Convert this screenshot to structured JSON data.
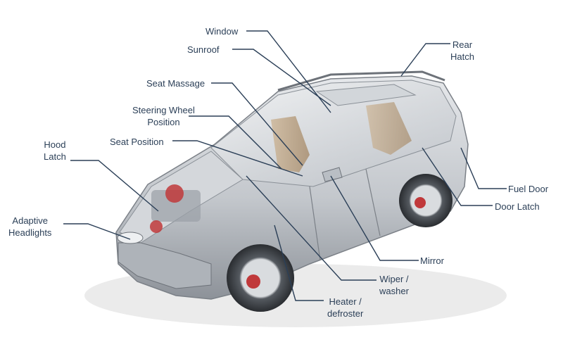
{
  "labels": {
    "window": "Window",
    "sunroof": "Sunroof",
    "seat_massage": "Seat Massage",
    "steering_wheel_position": [
      "Steering Wheel",
      "Position"
    ],
    "seat_position": "Seat Position",
    "hood_latch": [
      "Hood",
      "Latch"
    ],
    "adaptive_headlights": [
      "Adaptive",
      "Headlights"
    ],
    "rear_hatch": [
      "Rear",
      "Hatch"
    ],
    "fuel_door": "Fuel Door",
    "door_latch": "Door Latch",
    "mirror": "Mirror",
    "wiper_washer": [
      "Wiper /",
      "washer"
    ],
    "heater_defroster": [
      "Heater /",
      "defroster"
    ]
  },
  "colors": {
    "label_text": "#2b3f57",
    "leader_line": "#2b3f57",
    "car_body": "#c9ccd1",
    "brake_red": "#c0393b"
  }
}
